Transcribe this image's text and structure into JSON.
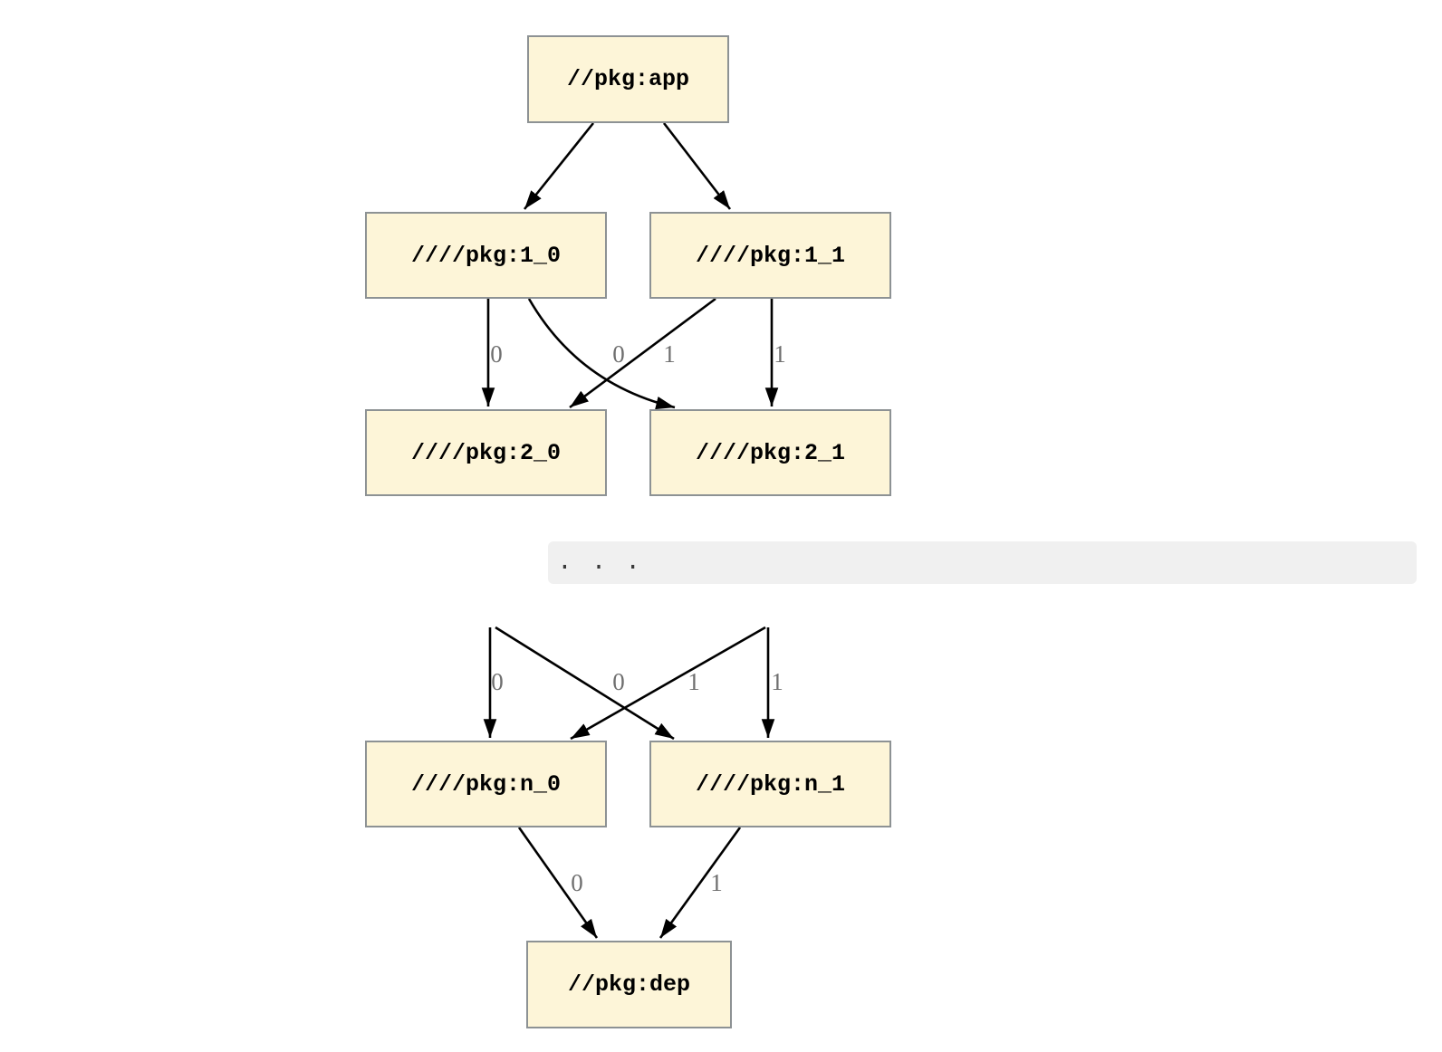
{
  "diagram": {
    "nodes": {
      "app": "//pkg:app",
      "v1_0": "////pkg:1_0",
      "v1_1": "////pkg:1_1",
      "v2_0": "////pkg:2_0",
      "v2_1": "////pkg:2_1",
      "vn_0": "////pkg:n_0",
      "vn_1": "////pkg:n_1",
      "dep": "//pkg:dep"
    },
    "ellipsis": ". . .",
    "edge_labels": {
      "e1_0_to_2_0": "0",
      "e1_0_to_2_1": "0",
      "e1_1_to_2_0": "1",
      "e1_1_to_2_1": "1",
      "eprev0_to_n_0": "0",
      "eprev0_to_n_1": "0",
      "eprev1_to_n_0": "1",
      "eprev1_to_n_1": "1",
      "en_0_to_dep": "0",
      "en_1_to_dep": "1"
    },
    "colors": {
      "node_fill": "#fdf5d8",
      "node_border": "#8d9294",
      "edge": "#000000",
      "edge_label": "#6f6f6f",
      "band_bg": "#f0f0f0",
      "band_text": "#3a3a3a"
    }
  }
}
